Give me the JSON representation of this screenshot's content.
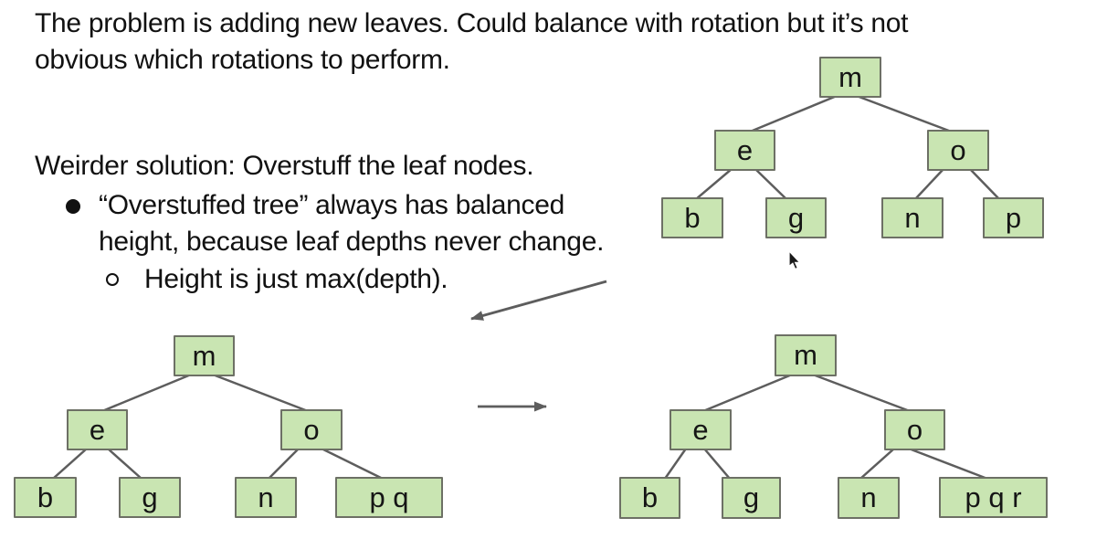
{
  "slide": {
    "intro": "The problem is adding new leaves. Could balance with rotation but it’s not\nobvious which rotations to perform.",
    "solution_heading": "Weirder solution: Overstuff the leaf nodes.",
    "bullet": "“Overstuffed tree” always has balanced\nheight, because leaf depths never change.",
    "sub_bullet": "Height is just max(depth)."
  },
  "trees": {
    "original": {
      "root": "m",
      "left_child": "e",
      "right_child": "o",
      "leaf_1": "b",
      "leaf_2": "g",
      "leaf_3": "n",
      "leaf_4": "p"
    },
    "overstuffed_pq": {
      "root": "m",
      "left_child": "e",
      "right_child": "o",
      "leaf_1": "b",
      "leaf_2": "g",
      "leaf_3": "n",
      "leaf_4": "p q"
    },
    "overstuffed_pqr": {
      "root": "m",
      "left_child": "e",
      "right_child": "o",
      "leaf_1": "b",
      "leaf_2": "g",
      "leaf_3": "n",
      "leaf_4": "p q r"
    }
  },
  "colors": {
    "node_fill": "#c9e5b2",
    "node_border": "#6d7065",
    "edge": "#5d5d5d",
    "text": "#111111"
  }
}
